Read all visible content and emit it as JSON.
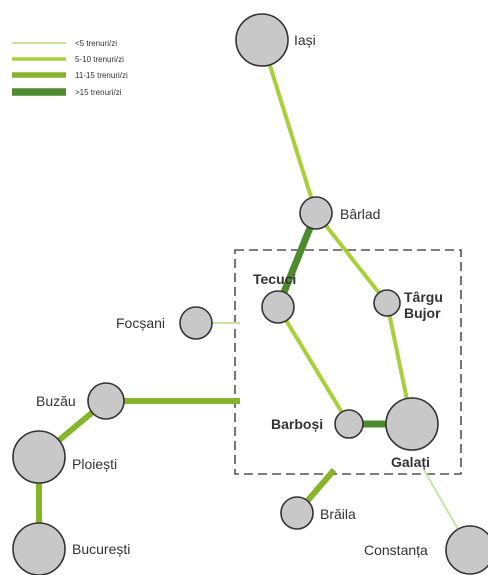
{
  "colors": {
    "lt5": "#c8e3a4",
    "r5_10": "#a9cf3b",
    "r11_15": "#86b42a",
    "gt15": "#4f8a2e",
    "node_fill": "#c8c8c8",
    "node_stroke": "#333333",
    "box": "#555555"
  },
  "legend": {
    "items": [
      {
        "key": "lt5",
        "label": "<5 trenuri/zi"
      },
      {
        "key": "r5_10",
        "label": "5-10 trenuri/zi"
      },
      {
        "key": "r11_15",
        "label": "11-15 trenuri/zi"
      },
      {
        "key": "gt15",
        "label": ">15 trenuri/zi"
      }
    ]
  },
  "cities": {
    "iasi": "Iași",
    "barlad": "Bârlad",
    "tecuci": "Tecuci",
    "targu_bujor_1": "Târgu",
    "targu_bujor_2": "Bujor",
    "focsani": "Focșani",
    "buzau": "Buzău",
    "barbosi": "Barboși",
    "galati": "Galați",
    "ploiesti": "Ploiești",
    "braila": "Brăila",
    "bucuresti": "București",
    "constanta": "Constanța"
  },
  "routes": [
    {
      "from": "Iași",
      "to": "Bârlad",
      "category": "r5_10"
    },
    {
      "from": "Bârlad",
      "to": "Tecuci",
      "category": "gt15"
    },
    {
      "from": "Bârlad",
      "to": "Târgu Bujor",
      "category": "r5_10"
    },
    {
      "from": "Târgu Bujor",
      "to": "Galați",
      "category": "r5_10"
    },
    {
      "from": "Tecuci",
      "to": "Barboși",
      "category": "r5_10"
    },
    {
      "from": "Barboși",
      "to": "Galați",
      "category": "gt15"
    },
    {
      "from": "Focșani",
      "to": "Tecuci",
      "category": "lt5"
    },
    {
      "from": "Buzău",
      "to": "Galați",
      "category": "r11_15"
    },
    {
      "from": "Buzău",
      "to": "Ploiești",
      "category": "r11_15"
    },
    {
      "from": "Ploiești",
      "to": "București",
      "category": "r11_15"
    },
    {
      "from": "Brăila",
      "to": "Galați",
      "category": "r11_15"
    },
    {
      "from": "Galați",
      "to": "Constanța",
      "category": "lt5"
    }
  ]
}
